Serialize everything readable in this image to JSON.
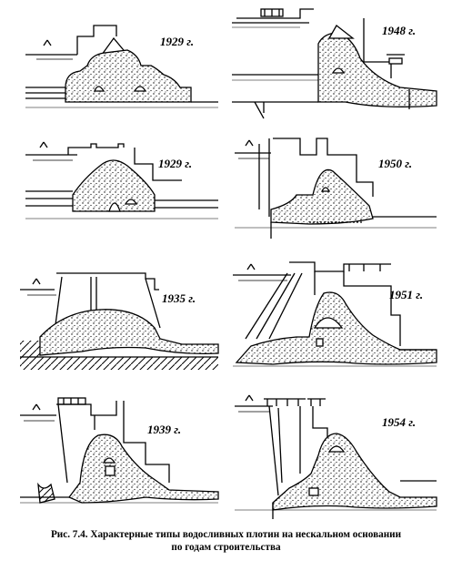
{
  "panels": [
    {
      "year": "1929 г."
    },
    {
      "year": "1948 г."
    },
    {
      "year": "1929 г."
    },
    {
      "year": "1950 г."
    },
    {
      "year": "1935 г."
    },
    {
      "year": "1951 г."
    },
    {
      "year": "1939 г."
    },
    {
      "year": "1954 г."
    }
  ],
  "caption": {
    "line1": "Рис. 7.4. Характерные типы водосливных плотин на нескальном основании",
    "line2": "по годам строительства"
  }
}
